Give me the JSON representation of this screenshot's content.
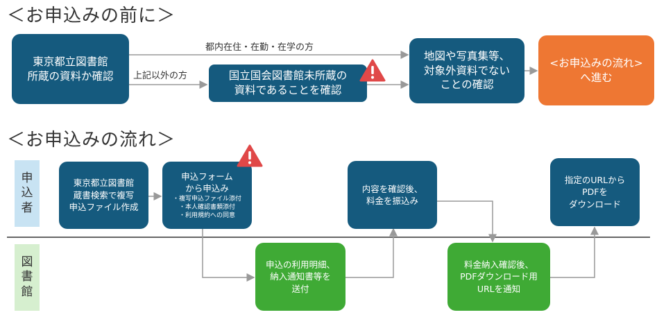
{
  "sections": {
    "before_title": "＜お申込みの前に＞",
    "flow_title": "＜お申込みの流れ＞"
  },
  "before": {
    "check_tokyo": [
      "東京都立図書館",
      "所蔵の資料か確認"
    ],
    "residents_label": "都内在住・在勤・在学の方",
    "others_label": "上記以外の方",
    "check_ndl": [
      "国立国会図書館未所蔵の",
      "資料であることを確認"
    ],
    "check_map": [
      "地図や写真集等、",
      "対象外資料でない",
      "ことの確認"
    ],
    "proceed": [
      "<お申込みの流れ>",
      "へ進む"
    ]
  },
  "lanes": {
    "applicant": [
      "申",
      "込",
      "者"
    ],
    "library": [
      "図",
      "書",
      "館"
    ]
  },
  "flow": {
    "step1": [
      "東京都立図書館",
      "蔵書検索で複写",
      "申込ファイル作成"
    ],
    "step2_title": [
      "申込フォーム",
      "から申込み"
    ],
    "step2_notes": [
      "・複写申込ファイル添付",
      "・本人確認書類添付",
      "・利用規約への同意"
    ],
    "step3": [
      "申込の利用明細、",
      "納入通知書等を",
      "送付"
    ],
    "step4": [
      "内容を確認後、",
      "料金を振込み"
    ],
    "step5": [
      "料金納入確認後、",
      "PDFダウンロード用",
      "URLを通知"
    ],
    "step6": [
      "指定のURLから",
      "PDFを",
      "ダウンロード"
    ]
  },
  "icons": {
    "warning": "warning-icon"
  },
  "colors": {
    "navy": "#155a7e",
    "orange": "#ee7733",
    "green": "#3faa35",
    "warning_red": "#e04848",
    "lane_blue": "#c8e3f3",
    "lane_green": "#d6efcf"
  }
}
